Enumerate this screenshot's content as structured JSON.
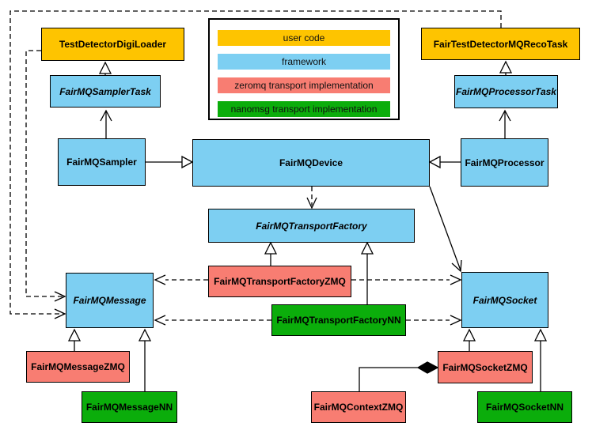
{
  "diagram": {
    "kind": "uml-class-diagram",
    "subject": "FairMQ transport classes"
  },
  "legend": {
    "items": [
      {
        "label": "user code",
        "color": "#FEC400"
      },
      {
        "label": "framework",
        "color": "#7DCFF2"
      },
      {
        "label": "zeromq transport implementation",
        "color": "#F87D72"
      },
      {
        "label": "nanomsg transport implementation",
        "color": "#0BAD0B"
      }
    ]
  },
  "nodes": {
    "testDetectorDigiLoader": {
      "label": "TestDetectorDigiLoader",
      "category": "user code"
    },
    "fairTestDetectorMQRecoTask": {
      "label": "FairTestDetectorMQRecoTask",
      "category": "user code"
    },
    "fairMQSamplerTask": {
      "label": "FairMQSamplerTask",
      "category": "framework",
      "abstract": true
    },
    "fairMQProcessorTask": {
      "label": "FairMQProcessorTask",
      "category": "framework",
      "abstract": true
    },
    "fairMQSampler": {
      "label": "FairMQSampler",
      "category": "framework"
    },
    "fairMQDevice": {
      "label": "FairMQDevice",
      "category": "framework"
    },
    "fairMQProcessor": {
      "label": "FairMQProcessor",
      "category": "framework"
    },
    "fairMQTransportFactory": {
      "label": "FairMQTransportFactory",
      "category": "framework",
      "abstract": true
    },
    "fairMQMessage": {
      "label": "FairMQMessage",
      "category": "framework",
      "abstract": true
    },
    "fairMQSocket": {
      "label": "FairMQSocket",
      "category": "framework",
      "abstract": true
    },
    "fairMQTransportFactoryZMQ": {
      "label": "FairMQTransportFactoryZMQ",
      "category": "zeromq transport implementation"
    },
    "fairMQTransportFactoryNN": {
      "label": "FairMQTransportFactoryNN",
      "category": "nanomsg transport implementation"
    },
    "fairMQMessageZMQ": {
      "label": "FairMQMessageZMQ",
      "category": "zeromq transport implementation"
    },
    "fairMQMessageNN": {
      "label": "FairMQMessageNN",
      "category": "nanomsg transport implementation"
    },
    "fairMQContextZMQ": {
      "label": "FairMQContextZMQ",
      "category": "zeromq transport implementation"
    },
    "fairMQSocketZMQ": {
      "label": "FairMQSocketZMQ",
      "category": "zeromq transport implementation"
    },
    "fairMQSocketNN": {
      "label": "FairMQSocketNN",
      "category": "nanomsg transport implementation"
    }
  },
  "edges": [
    {
      "from": "FairMQSamplerTask",
      "to": "TestDetectorDigiLoader",
      "arrow": "hollow-triangle",
      "line": "solid"
    },
    {
      "from": "FairMQProcessorTask",
      "to": "FairTestDetectorMQRecoTask",
      "arrow": "hollow-triangle",
      "line": "solid"
    },
    {
      "from": "FairMQSampler",
      "to": "FairMQSamplerTask",
      "arrow": "open",
      "line": "solid"
    },
    {
      "from": "FairMQProcessor",
      "to": "FairMQProcessorTask",
      "arrow": "open",
      "line": "solid"
    },
    {
      "from": "FairMQSampler",
      "to": "FairMQDevice",
      "arrow": "hollow-triangle",
      "line": "solid"
    },
    {
      "from": "FairMQProcessor",
      "to": "FairMQDevice",
      "arrow": "hollow-triangle",
      "line": "solid"
    },
    {
      "from": "FairMQDevice",
      "to": "FairMQTransportFactory",
      "arrow": "open",
      "line": "dashed"
    },
    {
      "from": "FairMQDevice",
      "to": "FairMQSocket",
      "arrow": "open",
      "line": "solid"
    },
    {
      "from": "FairMQTransportFactoryZMQ",
      "to": "FairMQTransportFactory",
      "arrow": "hollow-triangle",
      "line": "solid"
    },
    {
      "from": "FairMQTransportFactoryNN",
      "to": "FairMQTransportFactory",
      "arrow": "hollow-triangle",
      "line": "solid"
    },
    {
      "from": "FairMQTransportFactoryZMQ",
      "to": "FairMQMessage",
      "arrow": "open",
      "line": "dashed"
    },
    {
      "from": "FairMQTransportFactoryZMQ",
      "to": "FairMQSocket",
      "arrow": "open",
      "line": "dashed"
    },
    {
      "from": "FairMQTransportFactoryNN",
      "to": "FairMQMessage",
      "arrow": "open",
      "line": "dashed"
    },
    {
      "from": "FairMQTransportFactoryNN",
      "to": "FairMQSocket",
      "arrow": "open",
      "line": "dashed"
    },
    {
      "from": "TestDetectorDigiLoader",
      "to": "FairMQMessage",
      "arrow": "open",
      "line": "dashed"
    },
    {
      "from": "FairTestDetectorMQRecoTask",
      "to": "FairMQMessage",
      "arrow": "open",
      "line": "dashed"
    },
    {
      "from": "FairMQMessageZMQ",
      "to": "FairMQMessage",
      "arrow": "hollow-triangle",
      "line": "solid"
    },
    {
      "from": "FairMQMessageNN",
      "to": "FairMQMessage",
      "arrow": "hollow-triangle",
      "line": "solid"
    },
    {
      "from": "FairMQSocketZMQ",
      "to": "FairMQSocket",
      "arrow": "hollow-triangle",
      "line": "solid"
    },
    {
      "from": "FairMQSocketNN",
      "to": "FairMQSocket",
      "arrow": "hollow-triangle",
      "line": "solid"
    },
    {
      "from": "FairMQContextZMQ",
      "to": "FairMQSocketZMQ",
      "arrow": "filled-diamond",
      "line": "solid"
    }
  ]
}
